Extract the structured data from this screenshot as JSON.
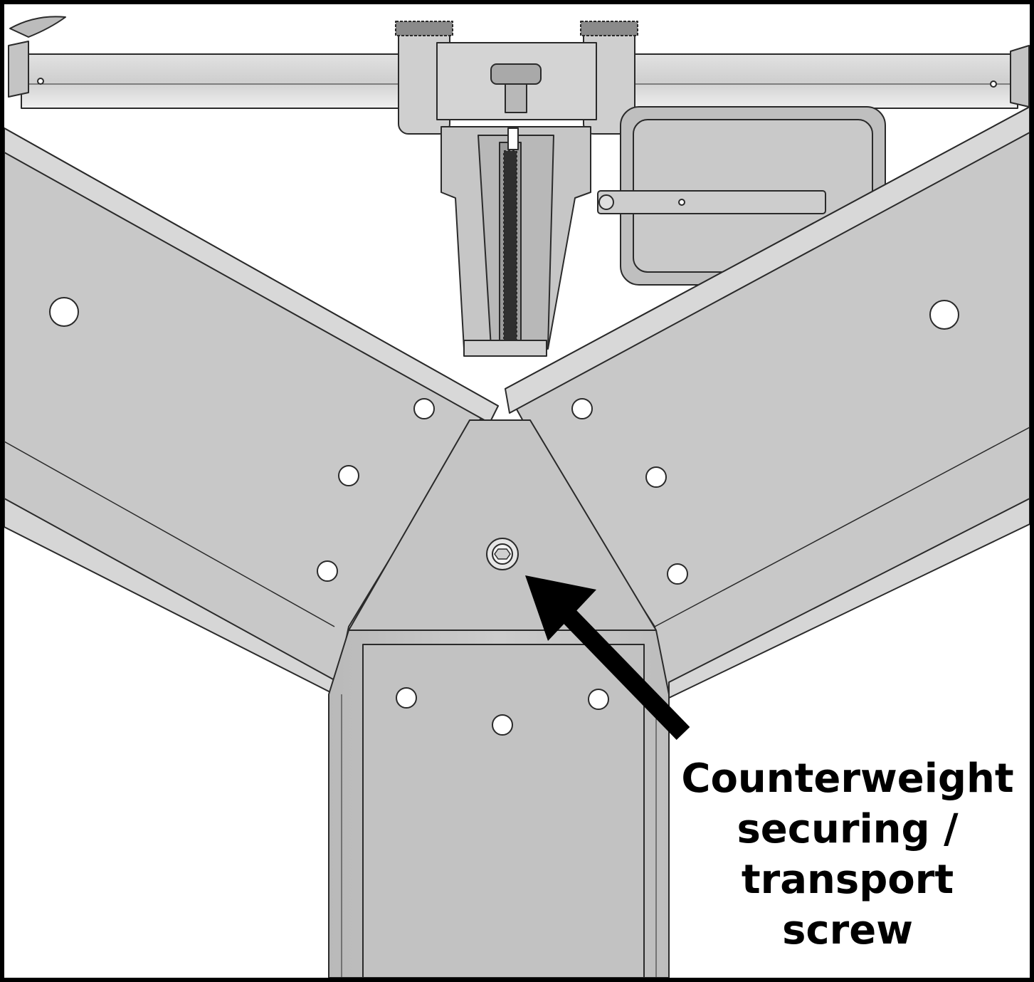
{
  "callout": {
    "line1": "Counterweight",
    "line2": "securing /",
    "line3": "transport",
    "line4": "screw"
  },
  "colors": {
    "panel": "#c8c8c8",
    "panel_dark": "#b4b4b4",
    "flange": "#d8d8d8",
    "outline": "#2a2a2a",
    "hole": "#ffffff",
    "arrow": "#000000",
    "background": "#ffffff"
  }
}
